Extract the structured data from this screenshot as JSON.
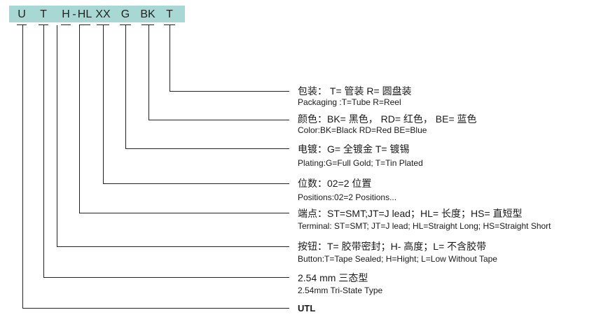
{
  "code": {
    "segments": [
      "U",
      "T",
      "H",
      "-",
      "HL",
      "XX",
      "G",
      "BK",
      "T"
    ]
  },
  "items": [
    {
      "zh": "包装： T= 管装 R= 圆盘装",
      "en": "Packaging :T=Tube   R=Reel"
    },
    {
      "zh": "颜色：BK= 黑色， RD= 红色， BE= 蓝色",
      "en": "Color:BK=Black   RD=Red   BE=Blue"
    },
    {
      "zh": "电镀：G= 全镀金 T= 镀锡",
      "en": "Plating:G=Full Gold; T=Tin Plated"
    },
    {
      "zh": "位数：02=2 位置",
      "en": "Positions:02=2 Positions..."
    },
    {
      "zh": "端点：ST=SMT;JT=J lead；HL= 长度；HS= 直短型",
      "en": "Terminal: ST=SMT;  JT=J lead;  HL=Straight Long;   HS=Straight Short"
    },
    {
      "zh": "按钮：T= 胶带密封；H- 高度；L= 不含胶带",
      "en": "Button:T=Tape Sealed;  H=Hight;  L=Low Without Tape"
    },
    {
      "zh": "2.54 mm 三态型",
      "en": "2.54mm Tri-State Type"
    },
    {
      "zh": "UTL",
      "en": ""
    }
  ]
}
